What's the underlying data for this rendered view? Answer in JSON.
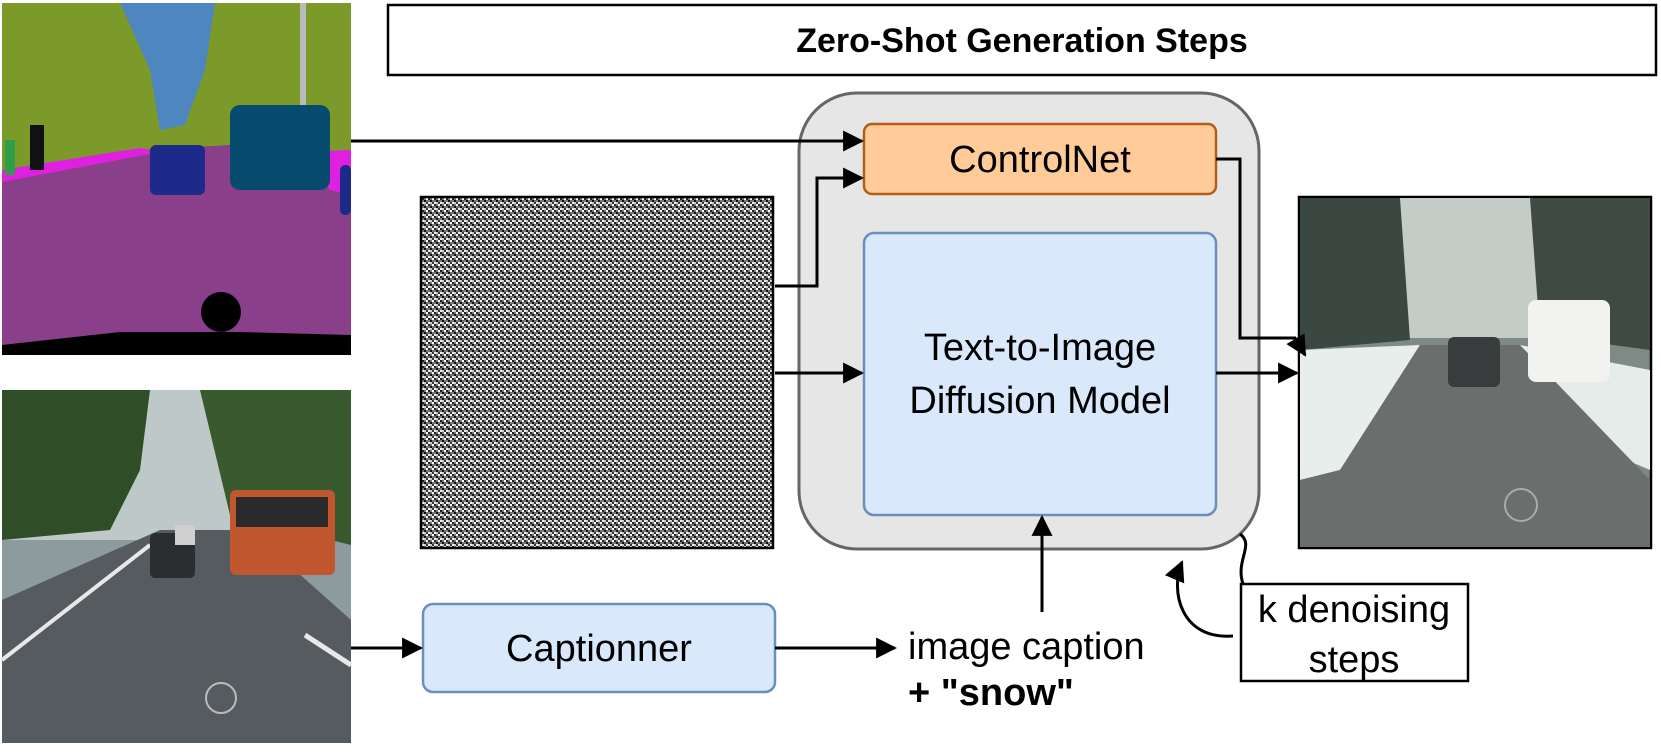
{
  "title": "Zero-Shot Generation Steps",
  "blocks": {
    "controlnet": "ControlNet",
    "diffusion_line1": "Text-to-Image",
    "diffusion_line2": "Diffusion Model",
    "captioner": "Captionner"
  },
  "caption": {
    "line1": "image caption",
    "line2": "+ \"snow\""
  },
  "steps_note": {
    "line1": "k denoising",
    "line2": "steps"
  },
  "images": {
    "segmentation": "semantic-segmentation-map",
    "input_photo": "input-street-photo",
    "noise": "random-noise",
    "output": "generated-snow-scene"
  },
  "colors": {
    "controlnet_fill": "#FFCC99",
    "controlnet_stroke": "#B85C14",
    "model_fill": "#DAE8FC",
    "model_stroke": "#6C8EBF",
    "container_fill": "#E6E6E6",
    "container_stroke": "#666666"
  }
}
